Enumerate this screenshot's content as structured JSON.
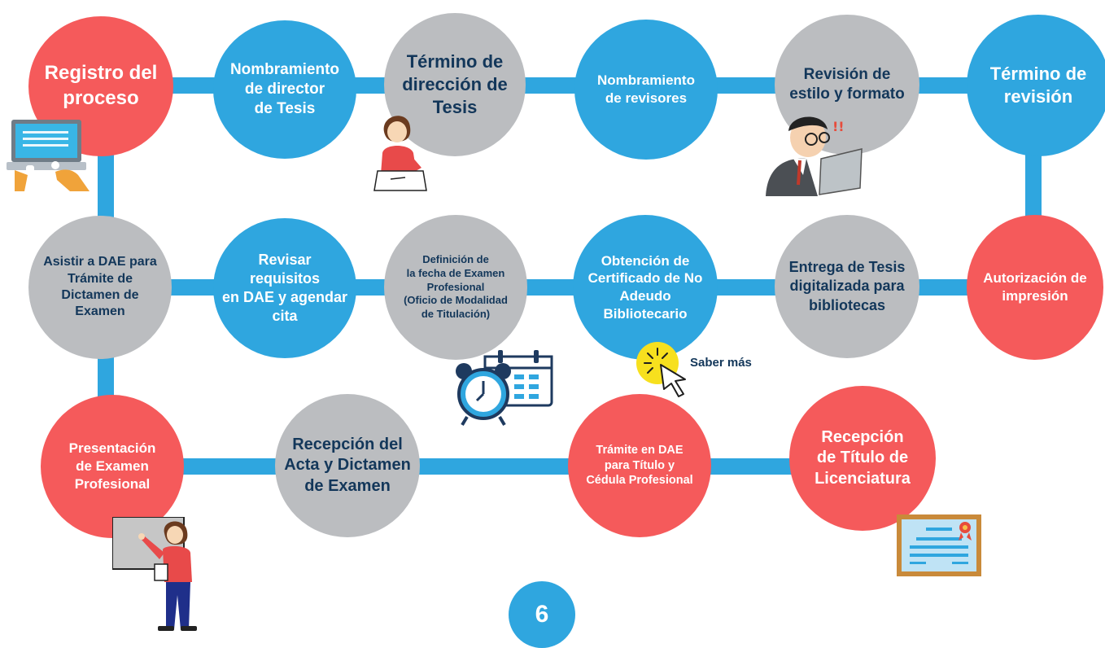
{
  "row1": [
    {
      "label": "Registro del\nproceso",
      "color": "red"
    },
    {
      "label": "Nombramiento\nde director\nde Tesis",
      "color": "blue"
    },
    {
      "label": "Término de\ndirección de\nTesis",
      "color": "gray"
    },
    {
      "label": "Nombramiento\nde revisores",
      "color": "blue"
    },
    {
      "label": "Revisión de\nestilo y formato",
      "color": "gray"
    },
    {
      "label": "Término de\nrevisión",
      "color": "blue"
    }
  ],
  "row2": [
    {
      "label": "Asistir a DAE para\nTrámite de\nDictamen de\nExamen",
      "color": "gray"
    },
    {
      "label": "Revisar requisitos\nen DAE y agendar\ncita",
      "color": "blue"
    },
    {
      "label": "Definición de\nla fecha de Examen\nProfesional\n(Oficio de Modalidad\nde Titulación)",
      "color": "gray"
    },
    {
      "label": "Obtención de\nCertificado de No\nAdeudo\nBibliotecario",
      "color": "blue"
    },
    {
      "label": "Entrega de Tesis\ndigitalizada para\nbibliotecas",
      "color": "gray"
    },
    {
      "label": "Autorización de\nimpresión",
      "color": "red"
    }
  ],
  "row3": [
    {
      "label": "Presentación\nde Examen\nProfesional",
      "color": "red"
    },
    {
      "label": "Recepción del\nActa y Dictamen\nde Examen",
      "color": "gray"
    },
    {
      "label": "Trámite en DAE\npara Título y\nCédula Profesional",
      "color": "red"
    },
    {
      "label": "Recepción\nde Título de\nLicenciatura",
      "color": "red"
    }
  ],
  "link": {
    "saber_mas": "Saber más"
  },
  "page_number": "6",
  "colors": {
    "red": "#f55a5b",
    "blue": "#2fa6df",
    "gray": "#bbbdc0",
    "dark_text": "#13375a",
    "link_yellow": "#f7e01e"
  },
  "illustrations": [
    "laptop-hands-icon",
    "woman-writing-icon",
    "stressed-man-computer-icon",
    "alarm-clock-calendar-icon",
    "click-cursor-icon",
    "woman-presenting-icon",
    "diploma-certificate-icon"
  ]
}
